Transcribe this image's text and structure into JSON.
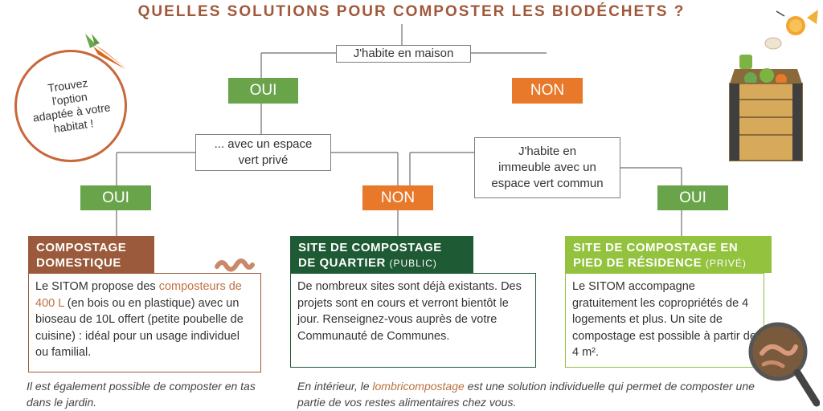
{
  "title": "QUELLES SOLUTIONS POUR COMPOSTER LES BIODÉCHETS ?",
  "stamp": {
    "line1": "Trouvez",
    "line2": "l'option",
    "line3": "adaptée à votre",
    "line4": "habitat !"
  },
  "q1": {
    "text": "J'habite en maison",
    "yes": "OUI",
    "no": "NON"
  },
  "q2": {
    "line1": "... avec un espace",
    "line2": "vert privé",
    "yes": "OUI",
    "no": "NON"
  },
  "q3": {
    "line1": "J'habite en",
    "line2": "immeuble avec un",
    "line3": "espace vert commun",
    "yes": "OUI"
  },
  "cards": [
    {
      "header": [
        "COMPOSTAGE",
        "DOMESTIQUE"
      ],
      "sub": "",
      "color": "#9b5a3b",
      "body_pre": "Le SITOM propose des ",
      "body_accent": "composteurs de 400 L",
      "body_post": " (en bois ou en plastique) avec un bioseau de 10L offert (petite poubelle de cuisine) : idéal pour un usage individuel ou familial."
    },
    {
      "header": [
        "SITE DE COMPOSTAGE",
        "DE QUARTIER"
      ],
      "sub": "(PUBLIC)",
      "color": "#1e5a34",
      "body_pre": "De nombreux sites sont déjà existants. Des projets sont en cours et verront bientôt le jour. Renseignez-vous auprès de votre Communauté de Communes.",
      "body_accent": "",
      "body_post": ""
    },
    {
      "header": [
        "SITE DE COMPOSTAGE EN",
        "PIED DE RÉSIDENCE"
      ],
      "sub": "(PRIVÉ)",
      "color": "#93c23e",
      "body_pre": "Le SITOM accompagne gratuitement les copropriétés de 4 logements et plus. Un site de compostage est possible à partir de 4 m².",
      "body_accent": "",
      "body_post": ""
    }
  ],
  "footnotes": {
    "left": "Il est également possible de composter en tas dans le jardin.",
    "right_pre": "En intérieur, le ",
    "right_accent": "lombricompostage",
    "right_post": " est une solution individuelle qui permet de composter une partie de vos restes alimentaires chez vous."
  },
  "colors": {
    "title": "#a0583a",
    "green": "#69a44a",
    "orange": "#e8782a",
    "lines": "#6d6d6d"
  },
  "icons": [
    "carrot-icon",
    "fruit-peel-icon",
    "compost-bin-icon",
    "worm-icon",
    "magnifier-icon"
  ]
}
